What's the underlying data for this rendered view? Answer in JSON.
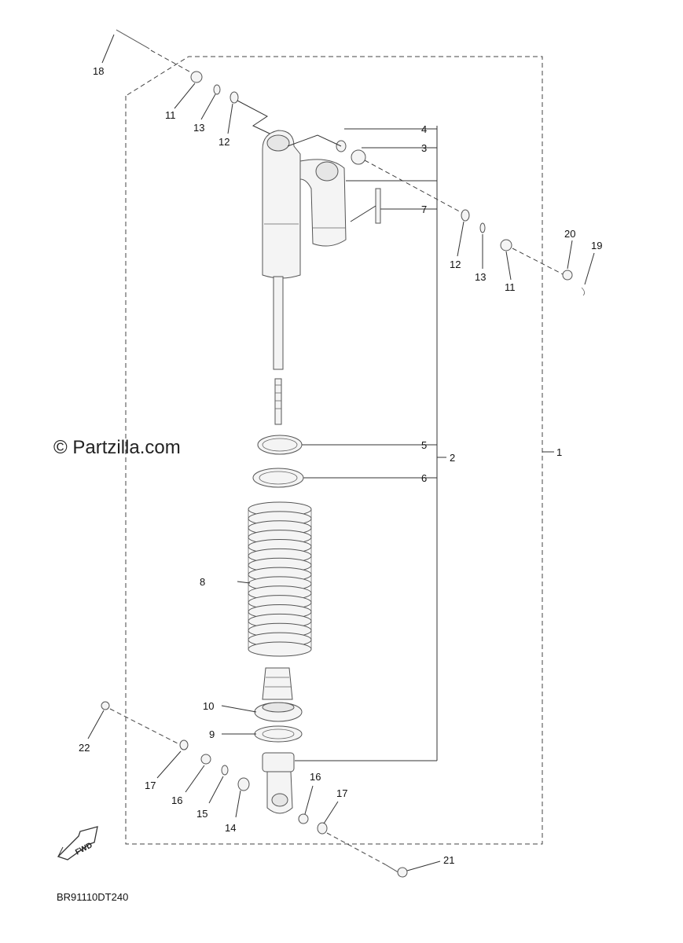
{
  "watermark": "© Partzilla.com",
  "diagram_code": "BR91110DT240",
  "fwd_label": "FWD",
  "callouts": {
    "c1": "1",
    "c2": "2",
    "c3": "3",
    "c4": "4",
    "c5": "5",
    "c6": "6",
    "c7": "7",
    "c8": "8",
    "c9": "9",
    "c10": "10",
    "c11a": "11",
    "c11b": "11",
    "c12a": "12",
    "c12b": "12",
    "c13a": "13",
    "c13b": "13",
    "c14": "14",
    "c15": "15",
    "c16a": "16",
    "c16b": "16",
    "c17a": "17",
    "c17b": "17",
    "c18": "18",
    "c19": "19",
    "c20": "20",
    "c21": "21",
    "c22": "22"
  }
}
